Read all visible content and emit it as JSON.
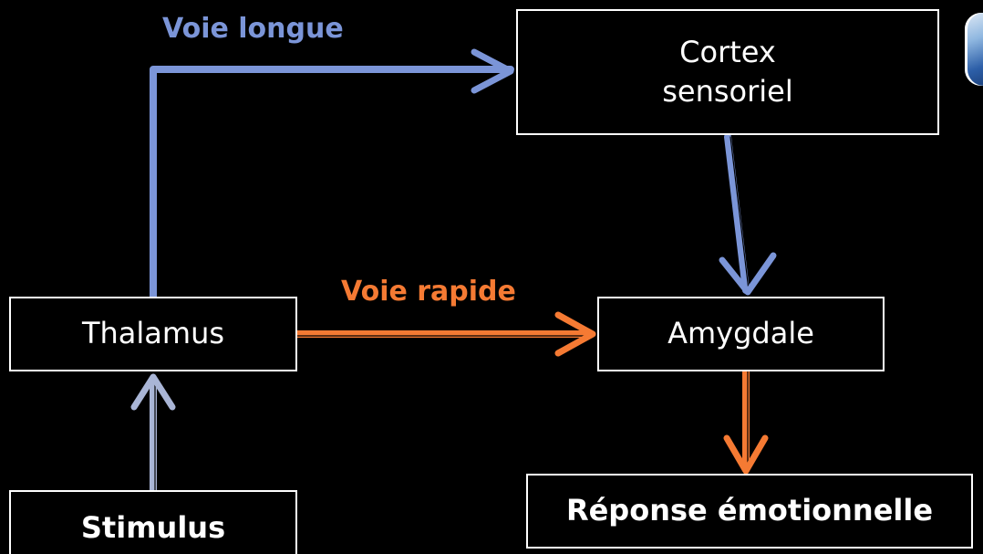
{
  "diagram": {
    "nodes": {
      "thalamus": "Thalamus",
      "stimulus": "Stimulus",
      "cortex_line1": "Cortex",
      "cortex_line2": "sensoriel",
      "amygdale": "Amygdale",
      "reponse": "Réponse émotionnelle"
    },
    "edge_labels": {
      "long_path": "Voie longue",
      "fast_path": "Voie rapide"
    },
    "colors": {
      "background": "#000000",
      "long_path": "#7b95d8",
      "fast_path": "#f57a33",
      "stimulus_arrow": "#a9b5d6",
      "node_border": "#ffffff",
      "node_text": "#ffffff"
    },
    "edges": [
      {
        "from": "stimulus",
        "to": "thalamus"
      },
      {
        "from": "thalamus",
        "to": "cortex",
        "label": "long_path"
      },
      {
        "from": "thalamus",
        "to": "amygdale",
        "label": "fast_path"
      },
      {
        "from": "cortex",
        "to": "amygdale"
      },
      {
        "from": "amygdale",
        "to": "reponse"
      }
    ],
    "corner_graphic": "brain-image-fragment"
  }
}
